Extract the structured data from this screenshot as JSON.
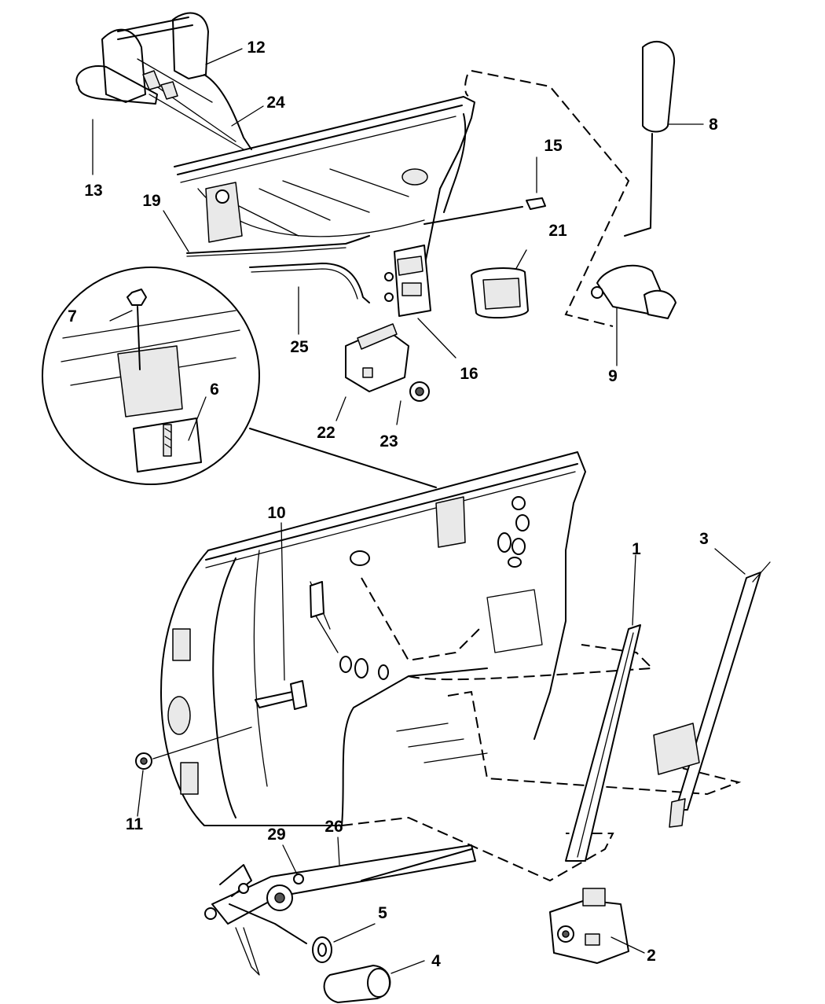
{
  "callouts": {
    "c1": "1",
    "c2": "2",
    "c3": "3",
    "c4": "4",
    "c5": "5",
    "c6": "6",
    "c7": "7",
    "c8": "8",
    "c9": "9",
    "c10": "10",
    "c11": "11",
    "c12": "12",
    "c13": "13",
    "c15": "15",
    "c16": "16",
    "c19": "19",
    "c21": "21",
    "c22": "22",
    "c23": "23",
    "c24": "24",
    "c25": "25",
    "c26": "26",
    "c29": "29"
  }
}
